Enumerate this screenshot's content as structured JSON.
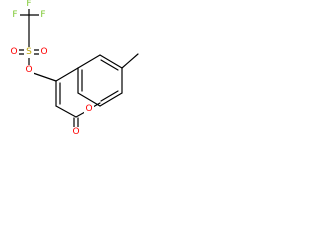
{
  "molecule": {
    "atom_labels": {
      "f1": "F",
      "f2": "F",
      "f3": "F",
      "s": "S",
      "o_sulfonyl_1": "O",
      "o_sulfonyl_2": "O",
      "o_ester": "O",
      "o_ring": "O",
      "o_carbonyl": "O"
    }
  },
  "colors": {
    "bond": "#000000",
    "fluorine": "#7dc832",
    "sulfur": "#b8a000",
    "oxygen": "#ff0000"
  }
}
